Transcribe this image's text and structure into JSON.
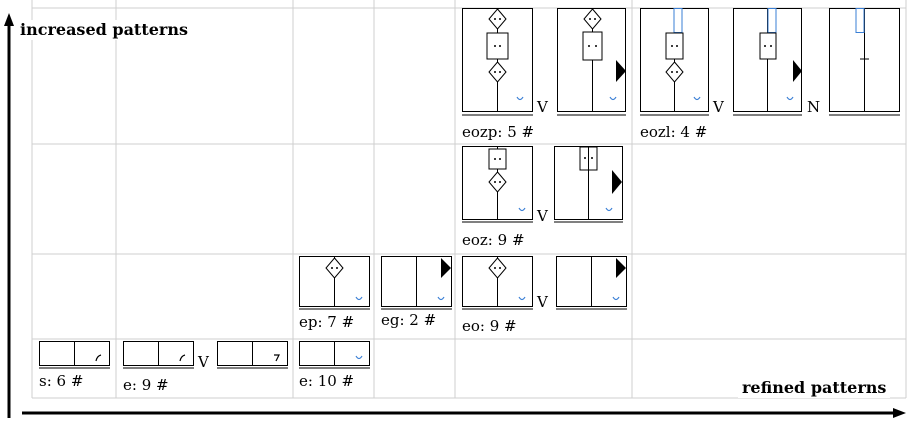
{
  "axes": {
    "y_label": "increased patterns",
    "x_label": "refined patterns"
  },
  "connectors": {
    "or": "V",
    "not": "N"
  },
  "cells": [
    {
      "id": "s",
      "label": "s: 6 #"
    },
    {
      "id": "e",
      "label": "e: 9 #"
    },
    {
      "id": "e2",
      "label": "e: 10 #"
    },
    {
      "id": "ep",
      "label": "ep: 7 #"
    },
    {
      "id": "eg",
      "label": "eg: 2 #"
    },
    {
      "id": "eo",
      "label": "eo: 9 #"
    },
    {
      "id": "eoz",
      "label": "eoz: 9 #"
    },
    {
      "id": "eozp",
      "label": "eozp: 5 #"
    },
    {
      "id": "eozl",
      "label": "eozl: 4 #"
    }
  ],
  "colors": {
    "grid": "#cfcfcf",
    "ink": "#000000",
    "accent": "#3a7fd5"
  }
}
